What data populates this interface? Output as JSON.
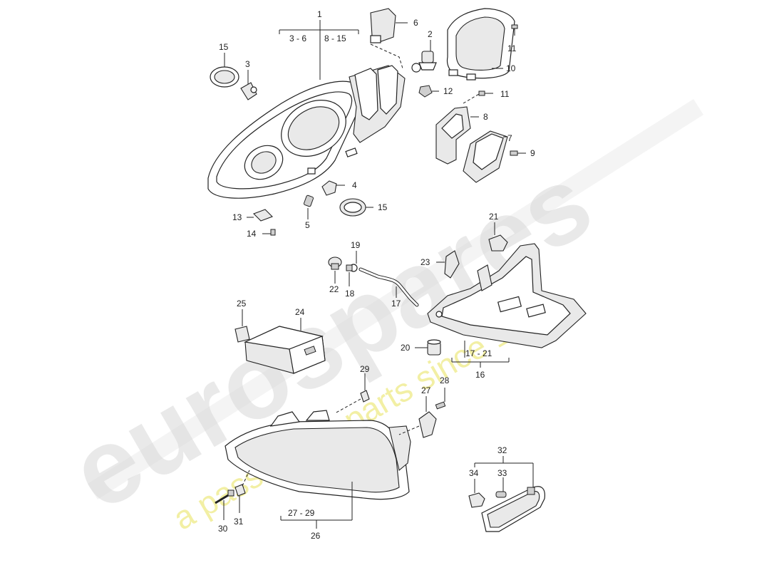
{
  "labels": {
    "p1": "1",
    "r1": "3 - 6",
    "r2": "8 - 15",
    "p2": "2",
    "p3": "3",
    "p4": "4",
    "p5": "5",
    "p6": "6",
    "p7": "7",
    "p8": "8",
    "p9": "9",
    "p10": "10",
    "p11a": "11",
    "p11b": "11",
    "p12": "12",
    "p13": "13",
    "p14": "14",
    "p15a": "15",
    "p15b": "15",
    "p16": "16",
    "r16": "17 - 21",
    "p17": "17",
    "p18": "18",
    "p19": "19",
    "p20": "20",
    "p21": "21",
    "p22": "22",
    "p23": "23",
    "p24": "24",
    "p25": "25",
    "p26": "26",
    "r26": "27 - 29",
    "p27": "27",
    "p28": "28",
    "p29": "29",
    "p30": "30",
    "p31": "31",
    "p32": "32",
    "p33": "33",
    "p34": "34"
  },
  "watermark": {
    "brand": "eurospares",
    "tagline": "a passion for parts since 1985",
    "brand_color": "#d8d8d8",
    "tagline_color": "#e8e35a"
  }
}
